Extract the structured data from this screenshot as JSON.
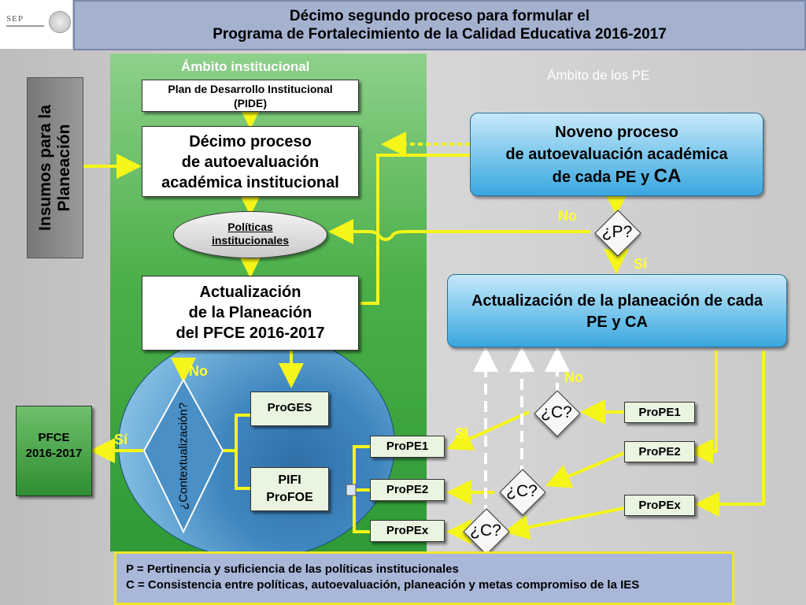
{
  "title": {
    "line1": "Décimo segundo proceso para formular el",
    "line2": "Programa de Fortalecimiento de la Calidad Educativa 2016-2017"
  },
  "logo": {
    "text": "SEP"
  },
  "regions": {
    "institucional": "Ámbito institucional",
    "pe": "Ámbito de los PE"
  },
  "insumos": {
    "line1": "Insumos para la",
    "line2": "Planeación"
  },
  "pide": {
    "line1": "Plan de Desarrollo Institucional",
    "line2": "(PIDE)"
  },
  "decimo": {
    "line1": "Décimo proceso",
    "line2": "de autoevaluación",
    "line3": "académica institucional"
  },
  "politicas": {
    "line1": "Políticas",
    "line2": "institucionales"
  },
  "actualizacion_pfce": {
    "line1": "Actualización",
    "line2": "de la Planeación",
    "line3": "del PFCE 2016-2017"
  },
  "noveno": {
    "line1": "Noveno proceso",
    "line2": "de autoevaluación académica",
    "line3": "de cada PE y",
    "ca": "CA"
  },
  "p_decision": "¿P?",
  "actualizacion_pe": {
    "line1": "Actualización de la planeación de cada",
    "line2": "PE y CA"
  },
  "contextualizacion": "¿Contextualización?",
  "proges": "ProGES",
  "pifi": {
    "line1": "PIFI",
    "line2": "ProFOE"
  },
  "pfce": {
    "line1": "PFCE",
    "line2": "2016-2017"
  },
  "left_stack": [
    "ProPE1",
    "ProPE2",
    "ProPEx"
  ],
  "right_stack": [
    "ProPE1",
    "ProPE2",
    "ProPEx"
  ],
  "c_decision": "¿C?",
  "labels": {
    "no": "No",
    "si": "Sí"
  },
  "legend": {
    "p": "P = Pertinencia y suficiencia de las políticas institucionales",
    "c": "C = Consistencia entre  políticas, autoevaluación, planeación y metas compromiso de la IES"
  },
  "colors": {
    "arrow": "#f5f51a",
    "title_bg": "#a4b1cf",
    "legend_border": "#f0e62a",
    "panel_green": "#4cb04a"
  }
}
